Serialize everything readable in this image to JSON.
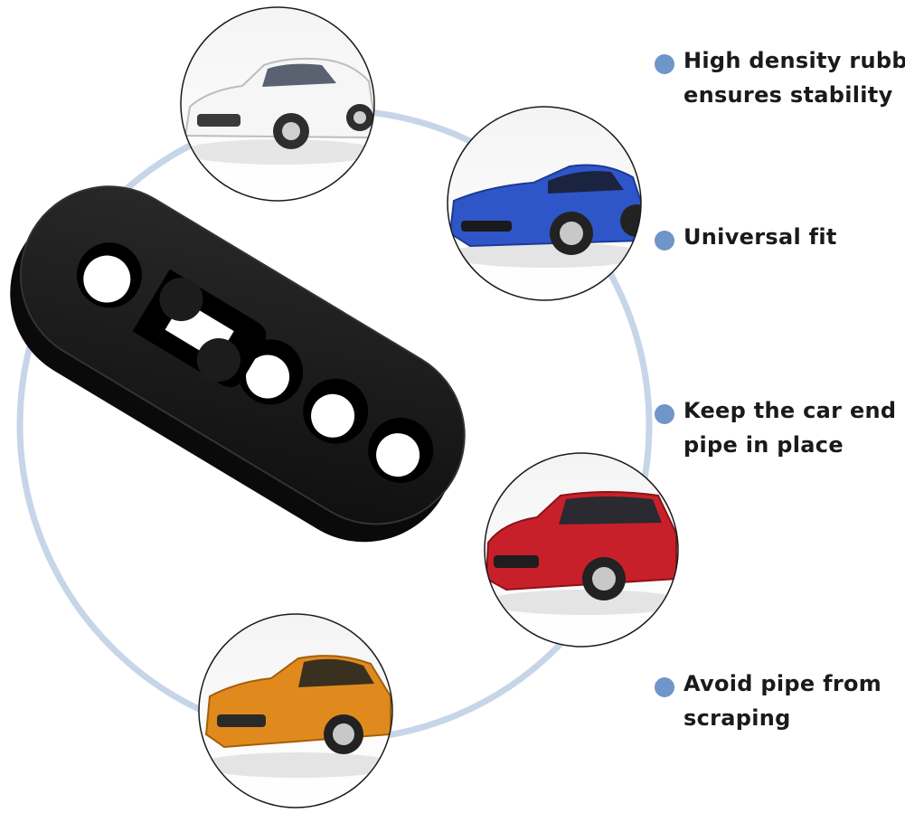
{
  "colors": {
    "ring": "#c6d6e8",
    "bullet": "#6f95c9",
    "rubber": "#141414",
    "text": "#1a1a1a"
  },
  "features": [
    {
      "lines": [
        "High density rubber",
        "ensures stability"
      ]
    },
    {
      "lines": [
        "Universal fit"
      ]
    },
    {
      "lines": [
        "Keep the car end",
        "pipe in place"
      ]
    },
    {
      "lines": [
        "Avoid pipe from",
        "scraping"
      ]
    }
  ],
  "car_images": [
    {
      "subject": "white-sedan-car"
    },
    {
      "subject": "blue-sports-car"
    },
    {
      "subject": "red-hatchback-car"
    },
    {
      "subject": "orange-sports-car"
    }
  ]
}
